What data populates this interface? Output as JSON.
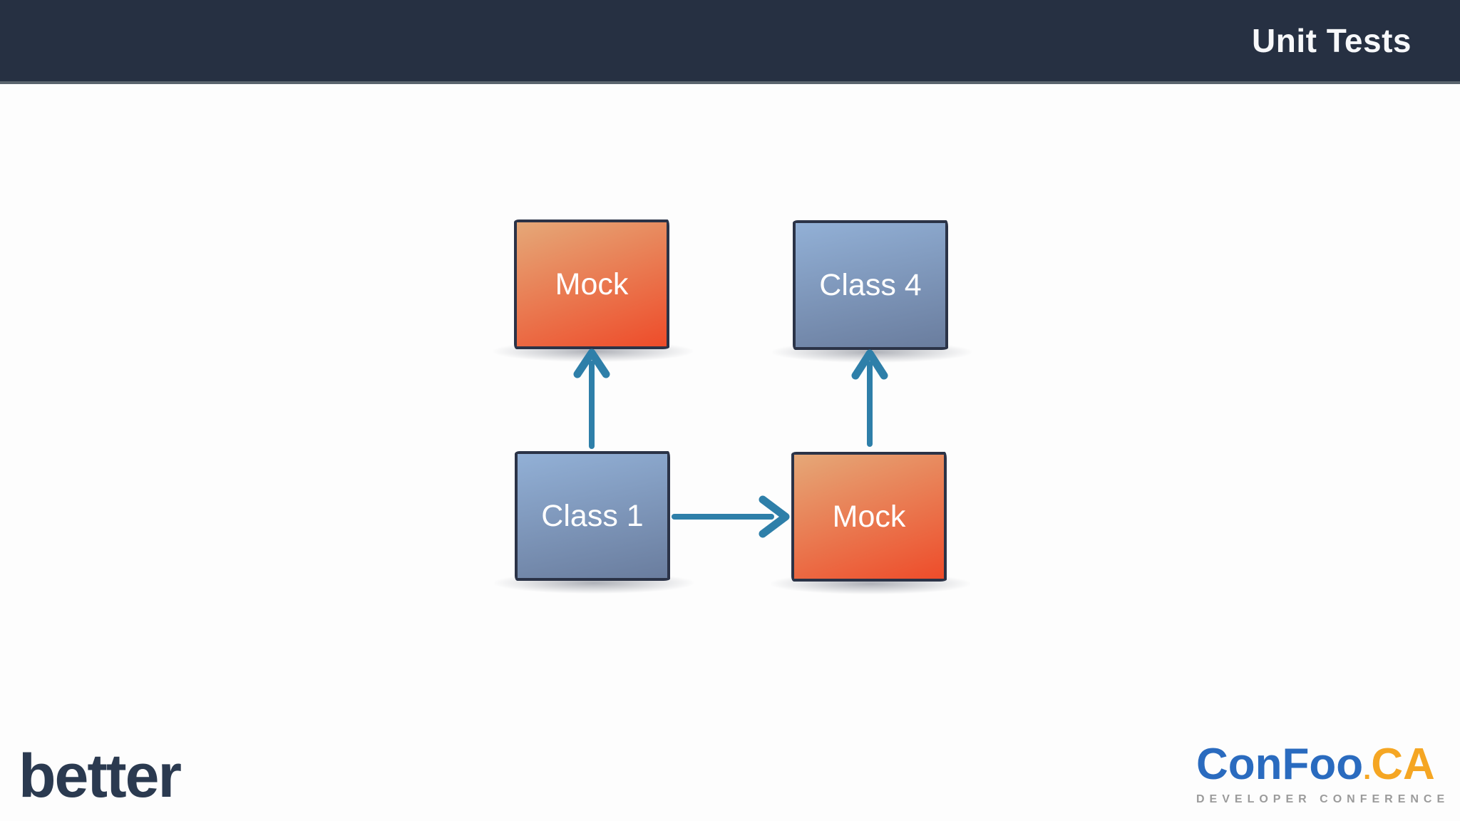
{
  "header": {
    "title": "Unit Tests"
  },
  "diagram": {
    "nodes": [
      {
        "id": "mock-top",
        "label": "Mock",
        "variant": "mock"
      },
      {
        "id": "class-4",
        "label": "Class 4",
        "variant": "class"
      },
      {
        "id": "class-1",
        "label": "Class 1",
        "variant": "class"
      },
      {
        "id": "mock-bottom",
        "label": "Mock",
        "variant": "mock"
      }
    ],
    "edges": [
      {
        "from": "class-1",
        "to": "mock-top",
        "direction": "up"
      },
      {
        "from": "mock-bottom",
        "to": "class-4",
        "direction": "up"
      },
      {
        "from": "class-1",
        "to": "mock-bottom",
        "direction": "right"
      }
    ]
  },
  "footer": {
    "better_logo_text": "better",
    "confoo": {
      "name": "ConFoo",
      "dot": ".",
      "tld": "CA",
      "tagline": "DEVELOPER CONFERENCE"
    }
  },
  "colors": {
    "background": "#fdfdfd",
    "header_bg": "#263042",
    "header_border": "#5a646e",
    "title_text": "#f7f8fa",
    "arrow": "#2e7fa9",
    "node_border": "#2b3347",
    "node_text": "#ffffff",
    "mock_gradient_start": "#e5a878",
    "mock_gradient_end": "#ee4c2a",
    "class_gradient_start": "#92b0d6",
    "class_gradient_end": "#6a7d9e",
    "better_logo": "#2b3a50",
    "confoo_blue": "#2a6bbf",
    "confoo_orange": "#f5a623",
    "confoo_gray": "#9b9b9b"
  }
}
